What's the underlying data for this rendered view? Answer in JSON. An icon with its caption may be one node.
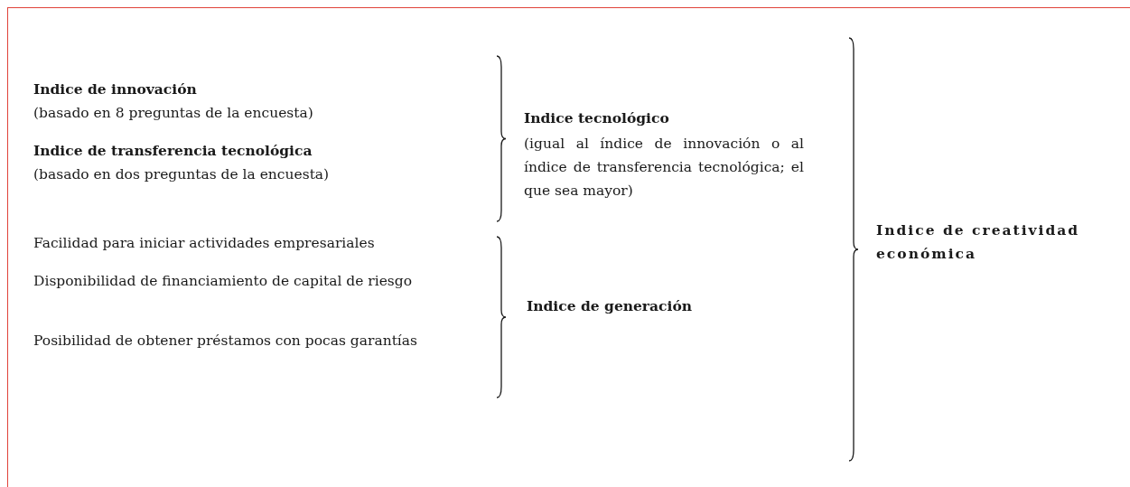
{
  "diagram": {
    "labels": [
      "Indice de innovación",
      "(basado en 8 preguntas de la encuesta)",
      "Indice de transferencia tecnológica",
      "(basado en dos preguntas de la encuesta)",
      "Indice tecnológico",
      "(igual al índice de innovación o al índice de transferencia tecnológica; el que sea mayor)",
      "Indice de creatividad económica",
      "Facilidad para iniciar actividades empresariales",
      "Disponibilidad de financiamiento de capital de riesgo",
      "Posibilidad de obtener préstamos con pocas garantías",
      "Indice de generación"
    ]
  }
}
